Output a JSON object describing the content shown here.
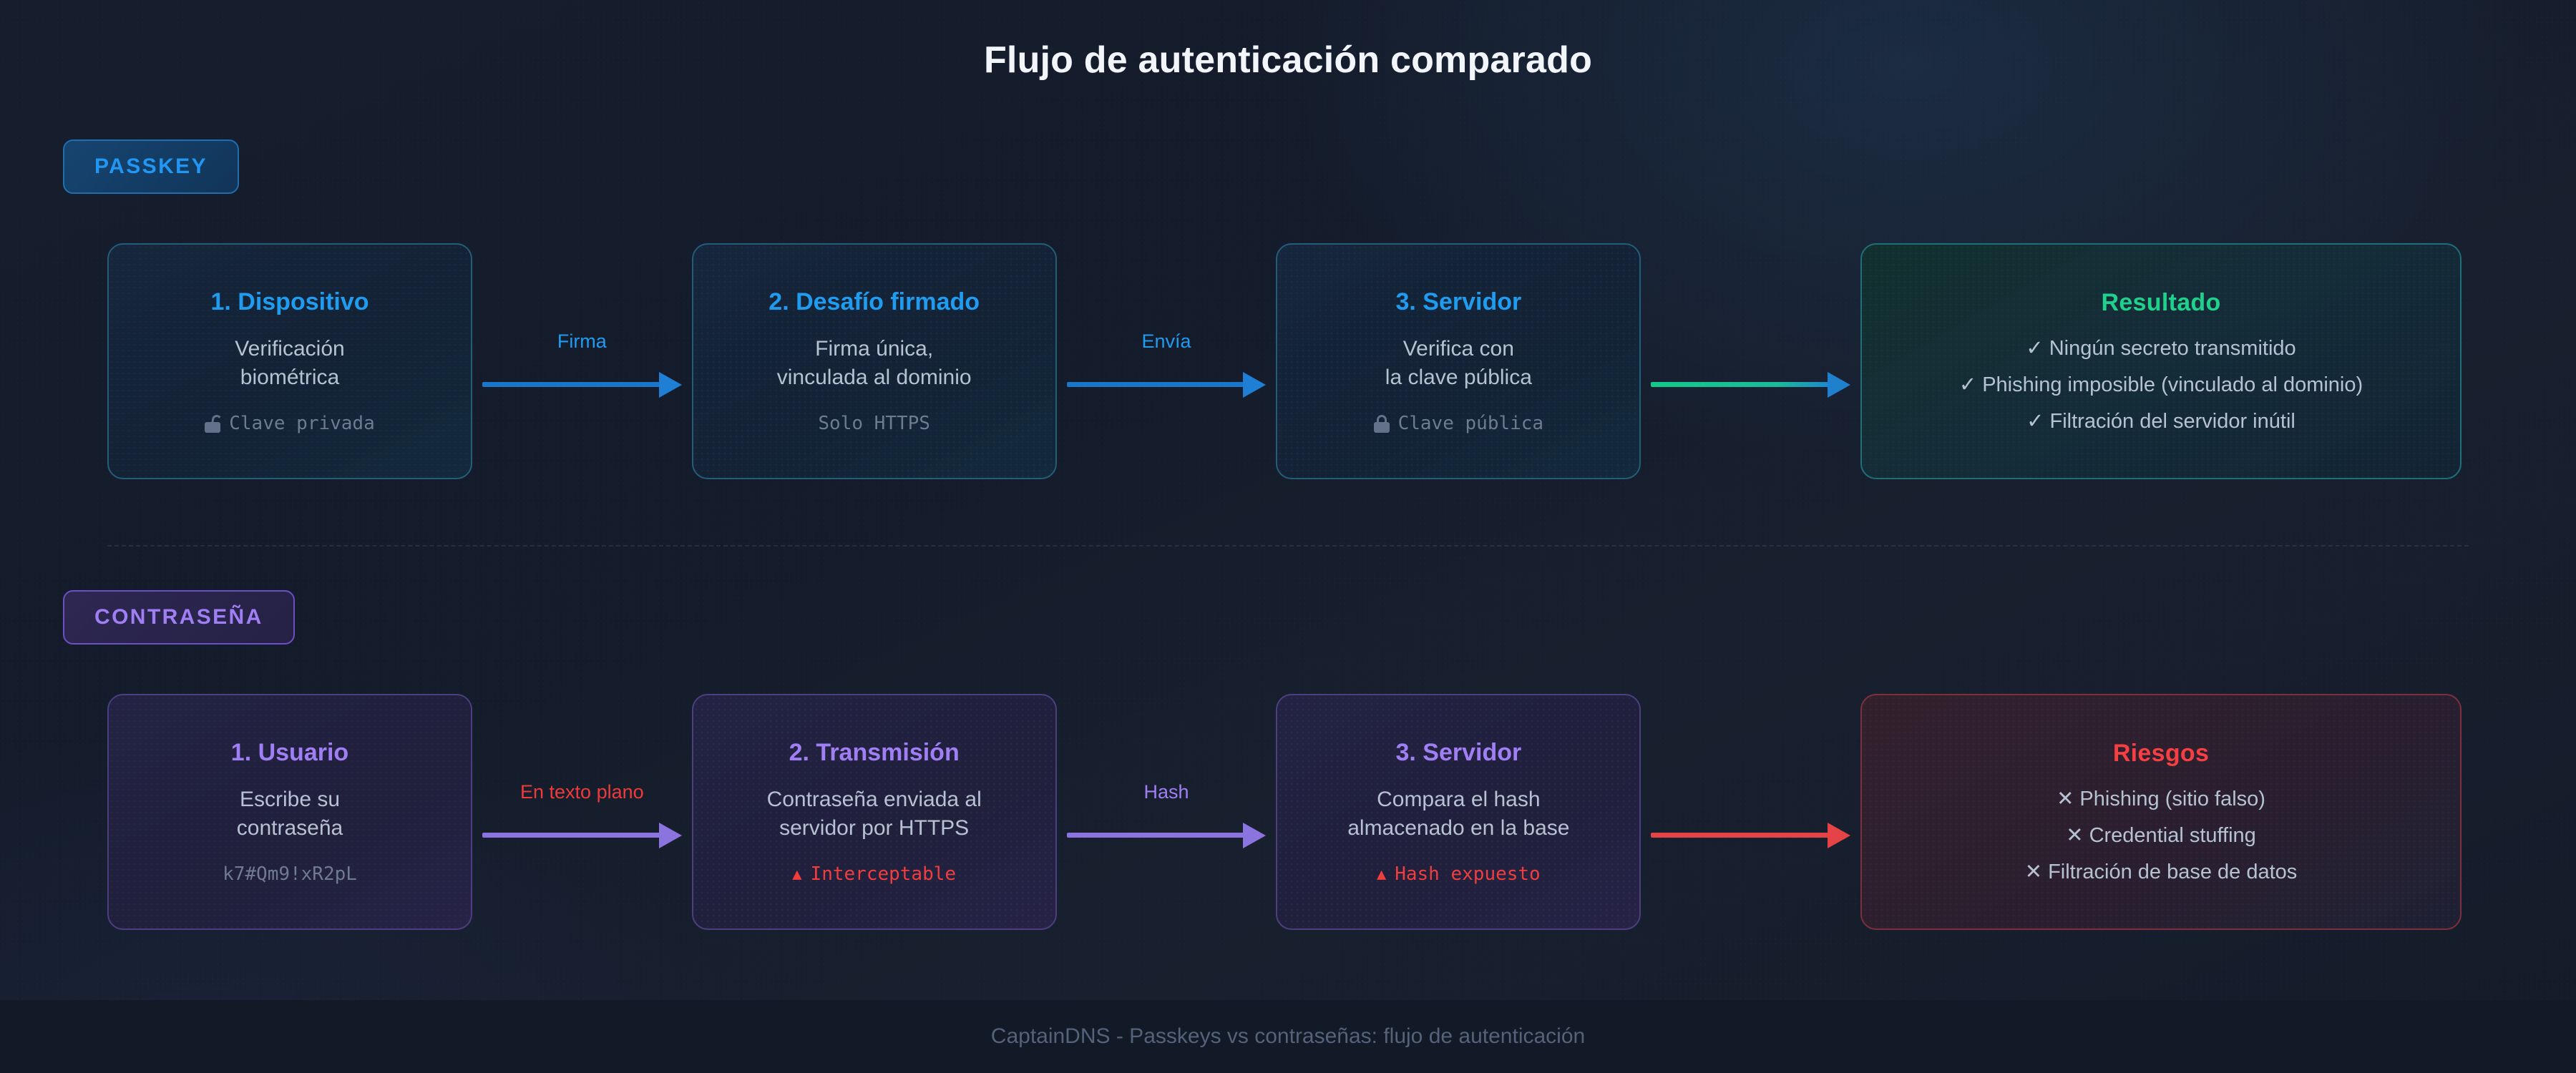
{
  "title": "Flujo de autenticación comparado",
  "footer": "CaptainDNS - Passkeys vs contraseñas: flujo de autenticación",
  "colors": {
    "blue": "#1f9cf0",
    "purple": "#a07ff5",
    "green": "#1fd18c",
    "red": "#f43f43",
    "background": "#141c2b",
    "text_muted": "#b6c2d2",
    "footer_text": "#54627a"
  },
  "passkey": {
    "badge": "PASSKEY",
    "steps": [
      {
        "title": "1. Dispositivo",
        "desc": "Verificación\nbiométrica",
        "foot": "Clave privada",
        "foot_icon": "unlocked-padlock-icon"
      },
      {
        "title": "2. Desafío firmado",
        "desc": "Firma única,\nvinculada al dominio",
        "foot": "Solo HTTPS",
        "foot_icon": ""
      },
      {
        "title": "3. Servidor",
        "desc": "Verifica con\nla clave pública",
        "foot": "Clave pública",
        "foot_icon": "locked-padlock-icon"
      }
    ],
    "connectors": [
      {
        "label": "Firma",
        "style": "blue"
      },
      {
        "label": "Envía",
        "style": "blue"
      },
      {
        "label": "",
        "style": "green"
      }
    ],
    "outcome": {
      "title": "Resultado",
      "items": [
        "✓ Ningún secreto transmitido",
        "✓ Phishing imposible (vinculado al dominio)",
        "✓ Filtración del servidor inútil"
      ]
    }
  },
  "password": {
    "badge": "CONTRASEÑA",
    "steps": [
      {
        "title": "1. Usuario",
        "desc": "Escribe su\ncontraseña",
        "foot": "k7#Qm9!xR2pL",
        "foot_icon": ""
      },
      {
        "title": "2. Transmisión",
        "desc": "Contraseña enviada al\nservidor por HTTPS",
        "foot": "Interceptable",
        "foot_icon": "warning-triangle-icon"
      },
      {
        "title": "3. Servidor",
        "desc": "Compara el hash\nalmacenado en la base",
        "foot": "Hash expuesto",
        "foot_icon": "warning-triangle-icon"
      }
    ],
    "connectors": [
      {
        "label": "En texto plano",
        "style": "purple",
        "label_color": "red"
      },
      {
        "label": "Hash",
        "style": "purple",
        "label_color": "purple"
      },
      {
        "label": "",
        "style": "redline"
      }
    ],
    "outcome": {
      "title": "Riesgos",
      "items": [
        "✕ Phishing (sitio falso)",
        "✕ Credential stuffing",
        "✕ Filtración de base de datos"
      ]
    }
  }
}
